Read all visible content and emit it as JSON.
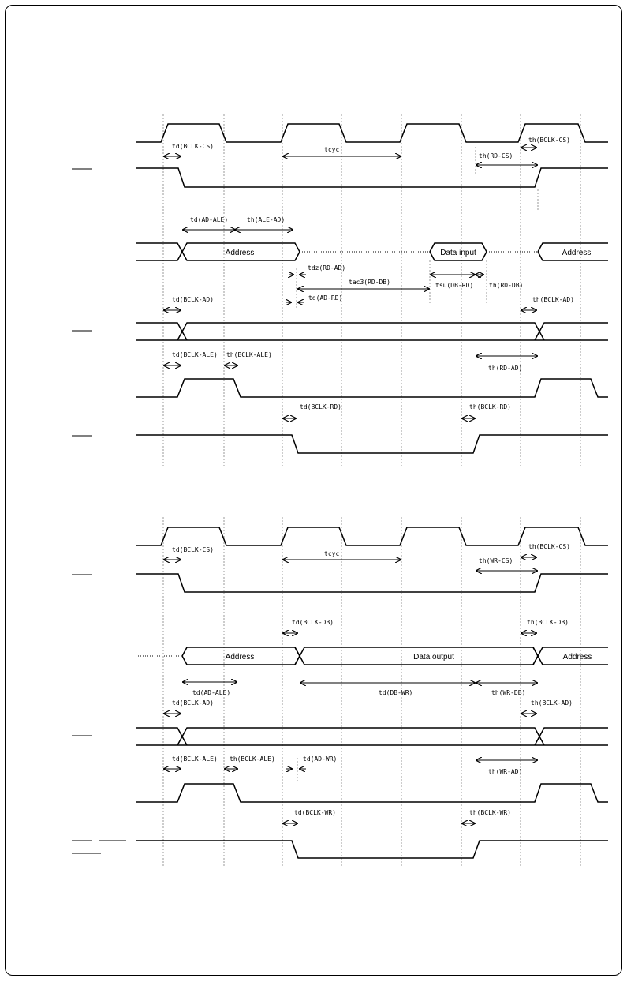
{
  "read": {
    "labels": {
      "td_bclk_cs": "td(BCLK-CS)",
      "tcyc": "tcyc",
      "th_bclk_cs": "th(BCLK-CS)",
      "th_rd_cs": "th(RD-CS)",
      "td_ad_ale": "td(AD-ALE)",
      "th_ale_ad": "th(ALE-AD)",
      "tdz_rd_ad": "tdz(RD-AD)",
      "tac3_rd_db": "tac3(RD-DB)",
      "td_ad_rd": "td(AD-RD)",
      "tsu_db_rd": "tsu(DB-RD)",
      "th_rd_db": "th(RD-DB)",
      "td_bclk_ad": "td(BCLK-AD)",
      "th_bclk_ad": "th(BCLK-AD)",
      "td_bclk_ale": "td(BCLK-ALE)",
      "th_bclk_ale": "th(BCLK-ALE)",
      "th_rd_ad": "th(RD-AD)",
      "td_bclk_rd": "td(BCLK-RD)",
      "th_bclk_rd": "th(BCLK-RD)"
    },
    "boxes": {
      "address": "Address",
      "data_input": "Data input",
      "address_end": "Address"
    }
  },
  "write": {
    "labels": {
      "td_bclk_cs": "td(BCLK-CS)",
      "tcyc": "tcyc",
      "th_bclk_cs": "th(BCLK-CS)",
      "th_wr_cs": "th(WR-CS)",
      "td_bclk_db": "td(BCLK-DB)",
      "th_bclk_db": "th(BCLK-DB)",
      "td_ad_ale": "td(AD-ALE)",
      "td_db_wr": "td(DB-WR)",
      "th_wr_db": "th(WR-DB)",
      "td_bclk_ad": "td(BCLK-AD)",
      "th_bclk_ad": "th(BCLK-AD)",
      "td_bclk_ale": "td(BCLK-ALE)",
      "th_bclk_ale": "th(BCLK-ALE)",
      "td_ad_wr": "td(AD-WR)",
      "th_wr_ad": "th(WR-AD)",
      "td_bclk_wr": "td(BCLK-WR)",
      "th_bclk_wr": "th(BCLK-WR)"
    },
    "boxes": {
      "address": "Address",
      "data_output": "Data output",
      "address_end": "Address"
    }
  }
}
